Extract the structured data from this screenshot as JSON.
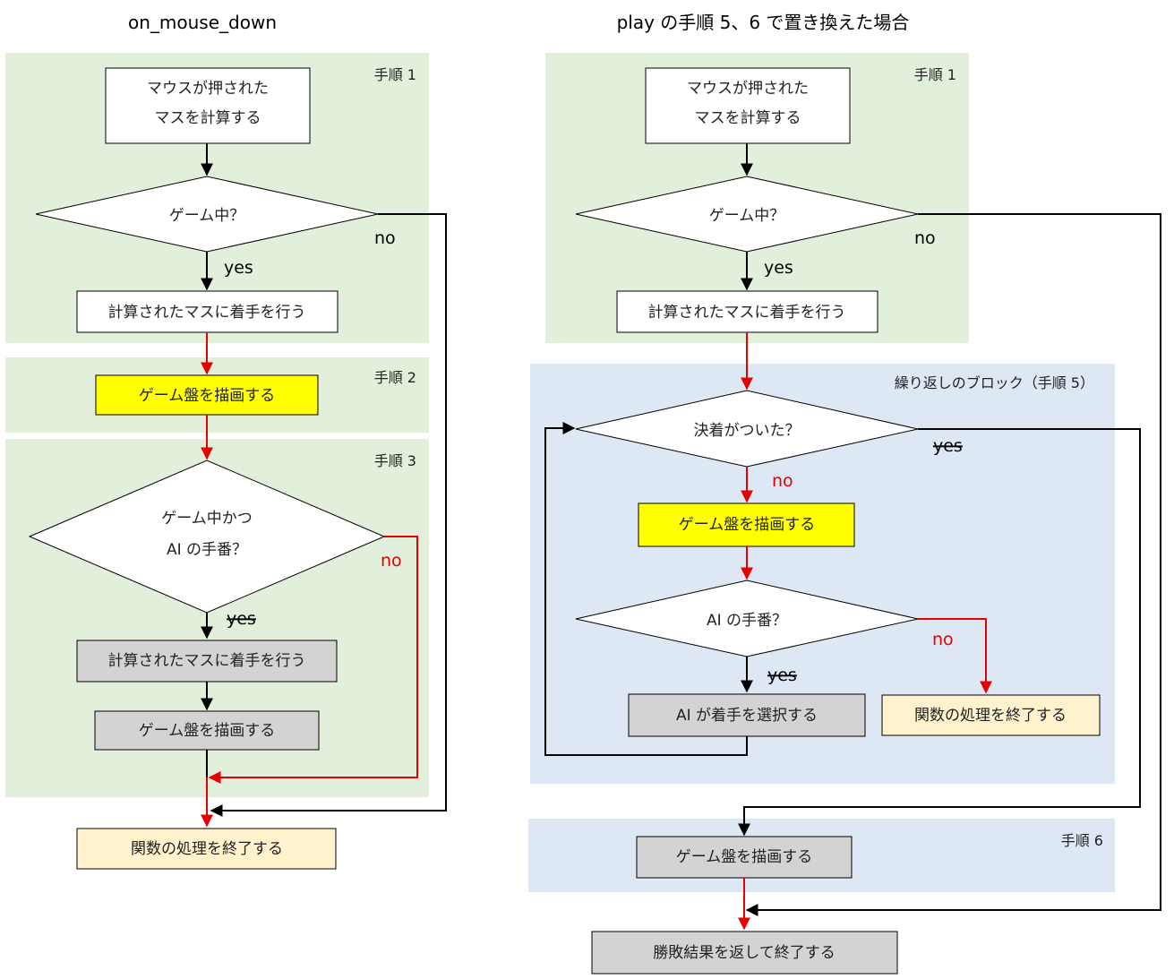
{
  "colors": {
    "region_green": "#e2efda",
    "region_blue": "#dde8f4",
    "box_white": "#ffffff",
    "box_yellow": "#ffff00",
    "box_gray": "#d4d2d2",
    "box_cream": "#fff2cc",
    "line_black": "#000000",
    "line_red": "#e60000"
  },
  "left": {
    "title": "on_mouse_down",
    "steps": {
      "s1": "手順 1",
      "s2": "手順 2",
      "s3": "手順 3"
    },
    "calc_line1": "マウスが押された",
    "calc_line2": "マスを計算する",
    "q_in_game": "ゲーム中？",
    "no1": "no",
    "yes1": "yes",
    "move": "計算されたマスに着手を行う",
    "draw": "ゲーム盤を描画する",
    "q2_line1": "ゲーム中かつ",
    "q2_line2": "AI の手番？",
    "no2": "no",
    "yes2": "yes",
    "ai_move": "計算されたマスに着手を行う",
    "ai_draw": "ゲーム盤を描画する",
    "end": "関数の処理を終了する"
  },
  "right": {
    "title": "play の手順 5、6 で置き換えた場合",
    "steps": {
      "s1": "手順 1",
      "loop": "繰り返しのブロック（手順 5）",
      "s6": "手順 6"
    },
    "calc_line1": "マウスが押された",
    "calc_line2": "マスを計算する",
    "q_in_game": "ゲーム中？",
    "no1": "no",
    "yes1": "yes",
    "move": "計算されたマスに着手を行う",
    "q_settled": "決着がついた？",
    "yes_struck": "yes",
    "no_red1": "no",
    "draw": "ゲーム盤を描画する",
    "q_ai": "AI の手番？",
    "no_red2": "no",
    "yes_struck2": "yes",
    "ai_select": "AI が着手を選択する",
    "end_func": "関数の処理を終了する",
    "final_draw": "ゲーム盤を描画する",
    "result": "勝敗結果を返して終了する"
  }
}
